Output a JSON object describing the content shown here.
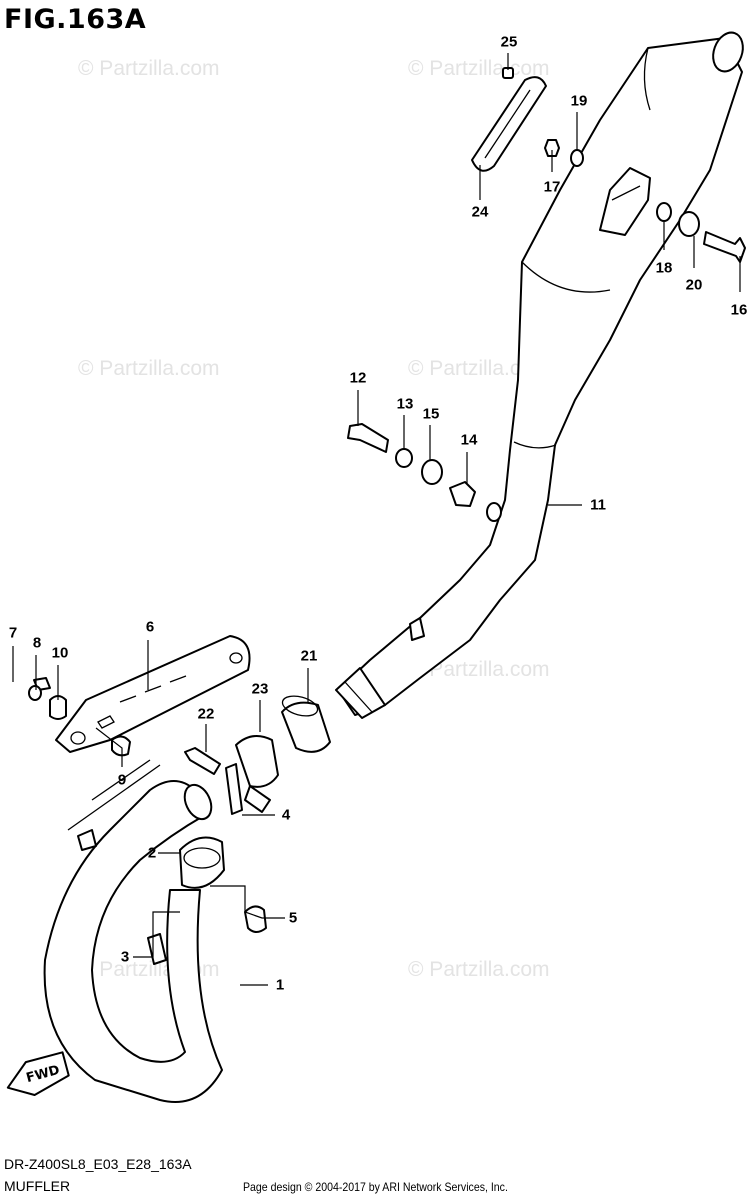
{
  "figure_title": "FIG.163A",
  "diagram_code": "DR-Z400SL8_E03_E28_163A",
  "section_name": "MUFFLER",
  "credit_text": "Page design © 2004-2017 by ARI Network Services, Inc.",
  "watermark_text": "© Partzilla.com",
  "fwd_label": "FWD",
  "callouts": [
    "1",
    "2",
    "3",
    "4",
    "5",
    "6",
    "7",
    "8",
    "9",
    "10",
    "11",
    "12",
    "13",
    "14",
    "15",
    "16",
    "17",
    "18",
    "19",
    "20",
    "21",
    "22",
    "23",
    "24",
    "25"
  ]
}
